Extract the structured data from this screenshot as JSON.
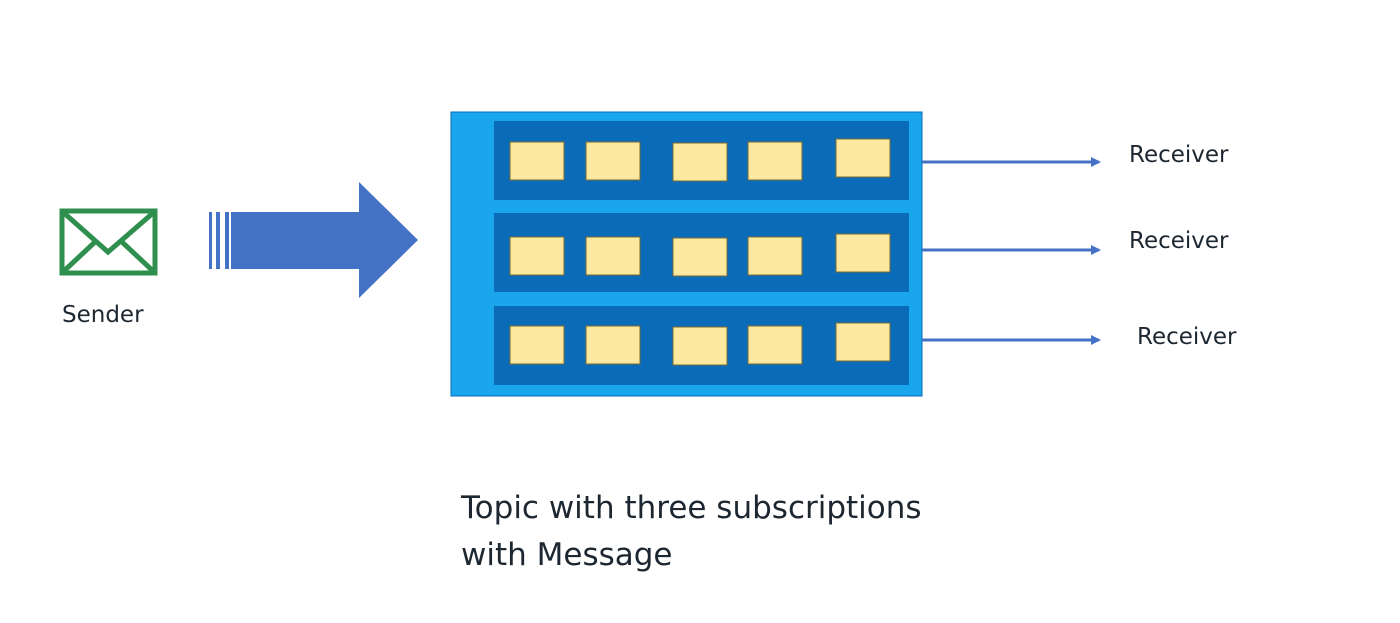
{
  "sender": {
    "label": "Sender",
    "icon": "envelope-icon"
  },
  "topic": {
    "subscriptions": [
      {
        "message_count": 5
      },
      {
        "message_count": 5
      },
      {
        "message_count": 5
      }
    ]
  },
  "receivers": [
    {
      "label": "Receiver"
    },
    {
      "label": "Receiver"
    },
    {
      "label": "Receiver"
    }
  ],
  "caption": {
    "line1": "Topic with three subscriptions",
    "line2": "with Message"
  },
  "colors": {
    "envelope": "#2f8f4e",
    "flow_arrow": "#4472c4",
    "topic_outer": "#1aa6ec",
    "subscription": "#0a6bb8",
    "message": "#fde8a0",
    "message_border": "#7a6a30",
    "receiver_arrow": "#4472c4",
    "text": "#1d2731"
  }
}
